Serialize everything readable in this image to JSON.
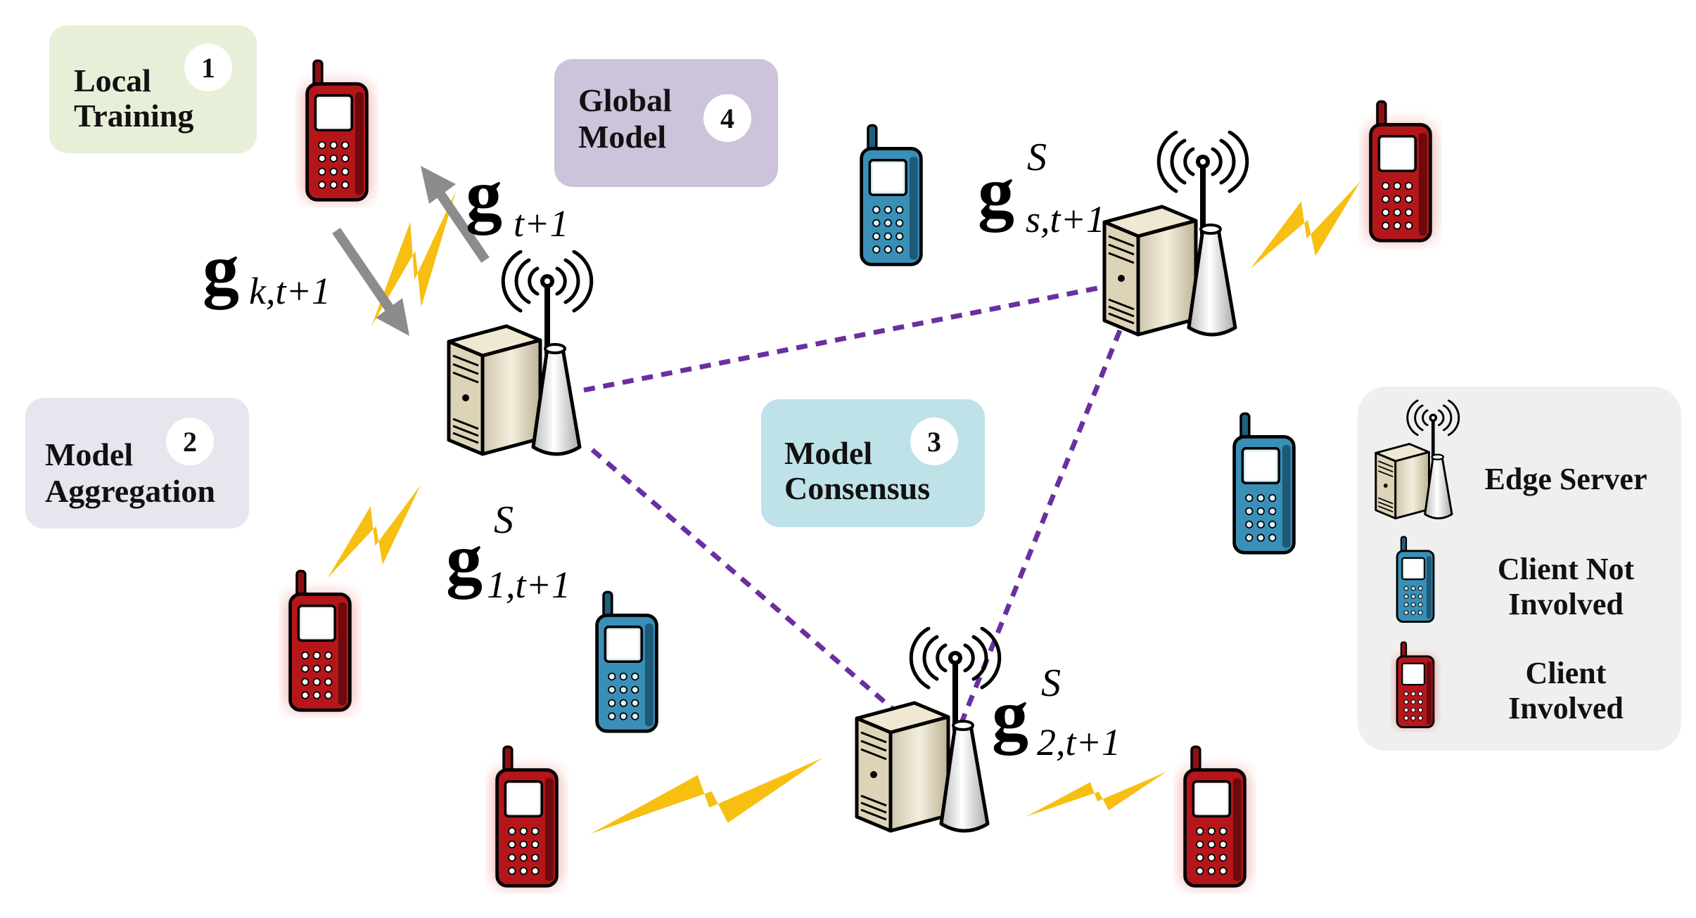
{
  "steps": {
    "local_training": {
      "number": "1",
      "line1": "Local",
      "line2": "Training",
      "color": "#e7efd9"
    },
    "model_aggregation": {
      "number": "2",
      "line1": "Model",
      "line2": "Aggregation",
      "color": "#e7e5ee"
    },
    "model_consensus": {
      "number": "3",
      "line1": "Model",
      "line2": "Consensus",
      "color": "#bfe1e8"
    },
    "global_model": {
      "number": "4",
      "line1": "Global",
      "line2": "Model",
      "color": "#cdc3da"
    }
  },
  "math": {
    "g_global": {
      "base": "g",
      "sub": "t+1"
    },
    "g_client": {
      "base": "g",
      "sub": "k,t+1"
    },
    "g_server_1": {
      "base": "g",
      "sup": "S",
      "sub": "1,t+1"
    },
    "g_server_2": {
      "base": "g",
      "sup": "S",
      "sub": "2,t+1"
    },
    "g_server_s": {
      "base": "g",
      "sup": "S",
      "sub": "s,t+1"
    }
  },
  "legend": {
    "edge_server": "Edge Server",
    "client_not_involved_line1": "Client Not",
    "client_not_involved_line2": "Involved",
    "client_involved_line1": "Client",
    "client_involved_line2": "Involved"
  },
  "colors": {
    "consensus_link": "#6a2fa0",
    "wireless_bolt": "#f7bf12",
    "arrow": "#8c8c8c",
    "client_involved": "#b5161a",
    "client_not_involved": "#3a8fb7",
    "legend_bg": "#efefef"
  },
  "icons": {
    "edge_server": "server-tower-icon",
    "client_involved": "red-phone-icon",
    "client_not_involved": "blue-phone-icon",
    "wireless_link": "lightning-bolt-icon"
  }
}
